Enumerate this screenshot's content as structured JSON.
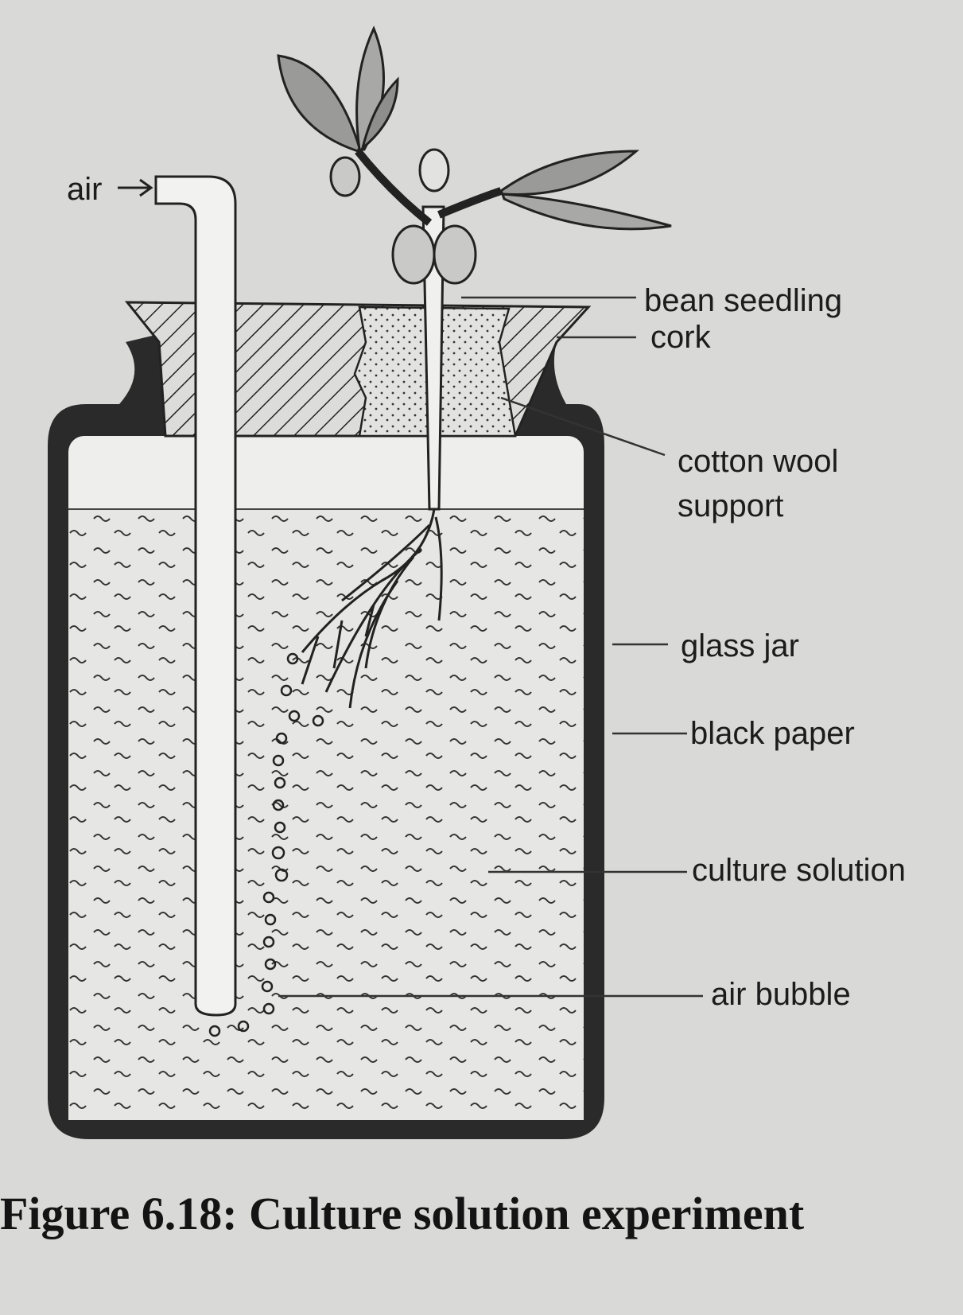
{
  "labels": {
    "air": "air",
    "bean_seedling": "bean seedling",
    "cork": "cork",
    "cotton_wool": "cotton wool",
    "support": "support",
    "glass_jar": "glass jar",
    "black_paper": "black paper",
    "culture_solution": "culture solution",
    "air_bubble": "air bubble"
  },
  "caption": "Figure 6.18: Culture solution experiment",
  "colors": {
    "paper": "#d9d9d7",
    "ink": "#1c1c1c",
    "jar_wall": "#2a2a2a",
    "solution": "#e6e6e4"
  }
}
